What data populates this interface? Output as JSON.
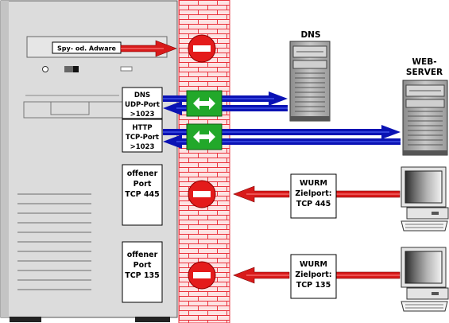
{
  "pc": {
    "spyware_label": "Spy- od. Adware",
    "ports": [
      {
        "lines": [
          "DNS",
          "UDP-Port",
          ">1023"
        ]
      },
      {
        "lines": [
          "HTTP",
          "TCP-Port",
          ">1023"
        ]
      },
      {
        "lines": [
          "offener",
          "Port",
          "TCP 445"
        ]
      },
      {
        "lines": [
          "offener",
          "Port",
          "TCP 135"
        ]
      }
    ]
  },
  "servers": {
    "dns_label": "DNS",
    "web_label_1": "WEB-",
    "web_label_2": "SERVER"
  },
  "worms": [
    {
      "lines": [
        "WURM",
        "Zielport:",
        "TCP 445"
      ]
    },
    {
      "lines": [
        "WURM",
        "Zielport:",
        "TCP 135"
      ]
    }
  ],
  "colors": {
    "firewall_brick": "#e8323c",
    "blocked_sign": "#e41b1b",
    "allowed_sign": "#22a82a",
    "traffic_arrow": "#0a12b4",
    "attack_arrow": "#d81a1a",
    "case_gray": "#d9d9d9"
  }
}
